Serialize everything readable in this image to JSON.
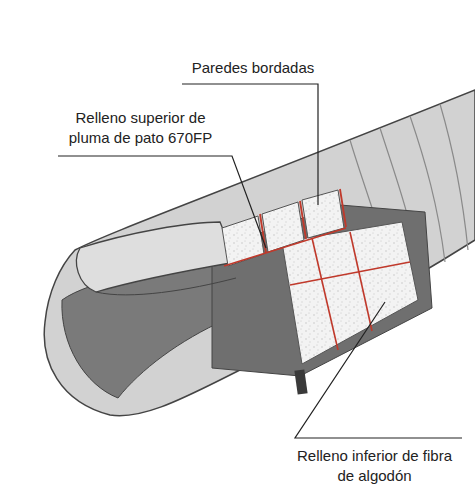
{
  "diagram": {
    "labels": [
      "Paredes bordadas",
      "Relleno superior de pluma de pato 670FP",
      "Relleno inferior de fibra de algodón"
    ]
  }
}
